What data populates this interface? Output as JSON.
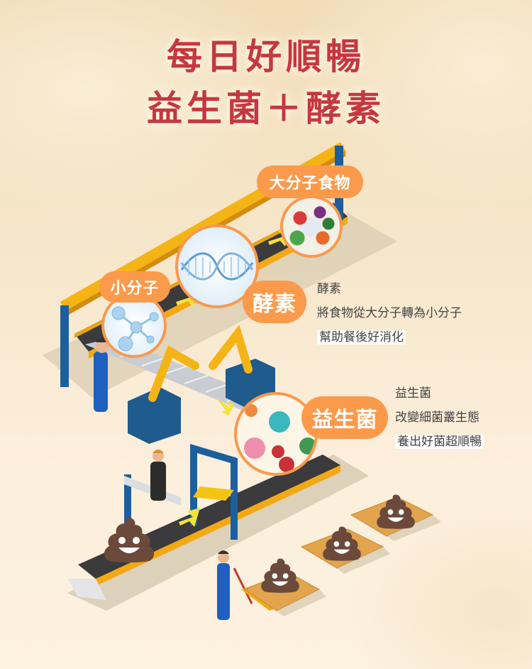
{
  "title": {
    "line1": "每日好順暢",
    "line2": "益生菌＋酵素",
    "color": "#c5383f"
  },
  "badges": {
    "large_molecule_food": "大分子食物",
    "small_molecule": "小分子",
    "enzyme": "酵素",
    "probiotics": "益生菌",
    "color": "#fb9a4b"
  },
  "enzyme_note": {
    "heading": "酵素",
    "line1": "將食物從大分子轉為小分子",
    "line2": "幫助餐後好消化"
  },
  "probiotic_note": {
    "heading": "益生菌",
    "line1": "改變細菌叢生態",
    "line2": "養出好菌超順暢"
  },
  "illustration": {
    "circles": [
      "vegetables-food",
      "dna-helix",
      "molecule",
      "bacteria"
    ],
    "icons": [
      "poop-emoji",
      "poop-emoji",
      "poop-emoji",
      "poop-emoji",
      "arrow-down-left",
      "arrow-down-right"
    ]
  }
}
